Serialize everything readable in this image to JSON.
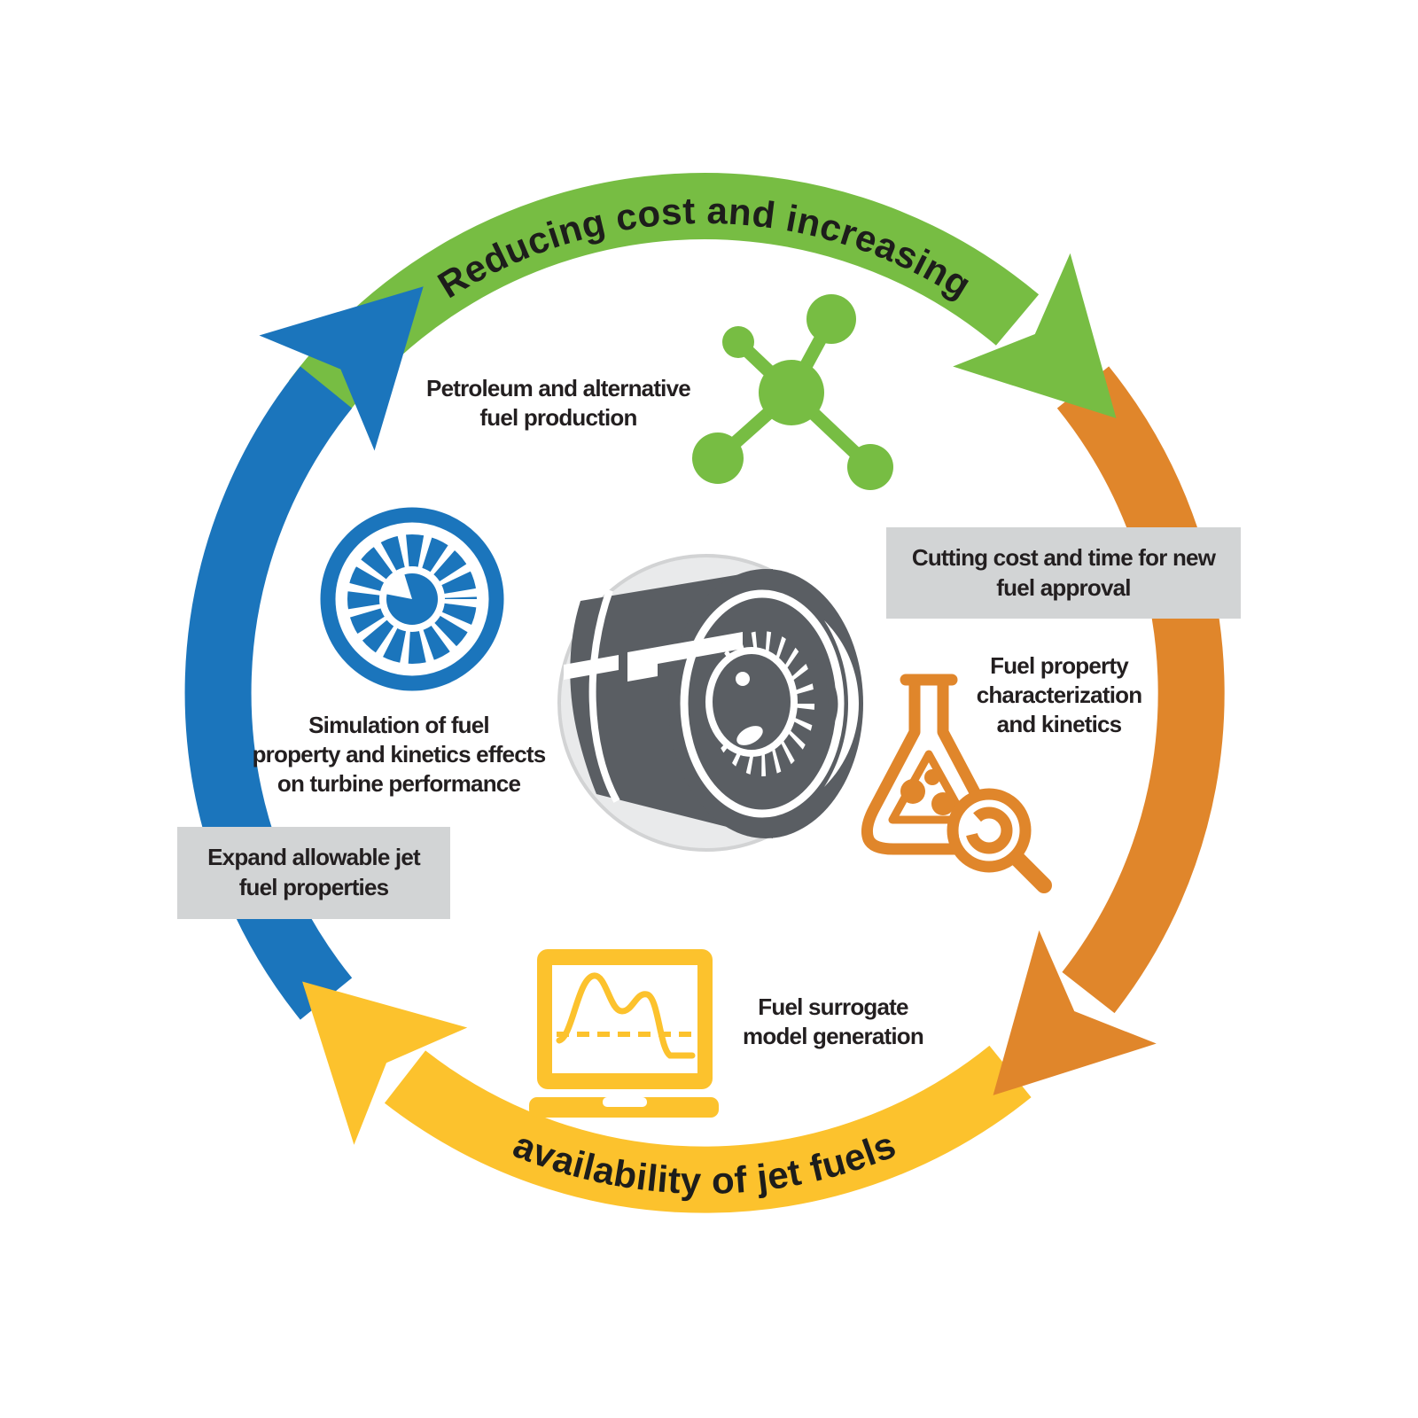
{
  "cycle": {
    "top_arc_label": "Reducing cost and increasing",
    "bottom_arc_label": "availability of jet fuels",
    "colors": {
      "green": "#77bd43",
      "orange": "#e0862b",
      "yellow": "#fcc22d",
      "blue": "#1b75bc",
      "box_gray": "#d2d4d5",
      "text_dark": "#231f20",
      "engine_dark": "#5a5e63",
      "engine_light": "#e9eaeb"
    },
    "stages": [
      {
        "id": "production",
        "icon": "molecule-icon",
        "lines": [
          "Petroleum and alternative",
          "fuel production"
        ]
      },
      {
        "id": "approval",
        "style": "gray-box",
        "lines": [
          "Cutting cost and time for new",
          "fuel approval"
        ]
      },
      {
        "id": "characterization",
        "icon": "flask-icon",
        "lines": [
          "Fuel property",
          "characterization",
          "and kinetics"
        ]
      },
      {
        "id": "surrogate",
        "icon": "laptop-chart-icon",
        "lines": [
          "Fuel surrogate",
          "model generation"
        ]
      },
      {
        "id": "expand",
        "style": "gray-box",
        "lines": [
          "Expand allowable jet",
          "fuel properties"
        ]
      },
      {
        "id": "simulation",
        "icon": "turbine-icon",
        "lines": [
          "Simulation of fuel",
          "property and kinetics effects",
          "on turbine performance"
        ]
      }
    ],
    "center_icon": "jet-engine-icon"
  }
}
